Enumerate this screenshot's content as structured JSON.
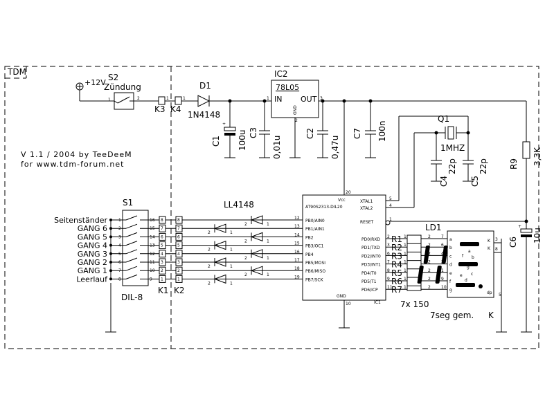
{
  "frame": {
    "title": "TDM"
  },
  "version": {
    "line1": "V 1.1 / 2004 by TeeDeeM",
    "line2": "for www.tdm-forum.net"
  },
  "supply": {
    "label": "+12V"
  },
  "s2": {
    "ref": "S2",
    "name": "Zündung",
    "pin1": "1",
    "pin2": "2"
  },
  "connectors": {
    "k3": "K3",
    "k4": "K4",
    "k1": "K1",
    "k2": "K2",
    "p1": "1"
  },
  "d1": {
    "ref": "D1",
    "value": "1N4148"
  },
  "ic2": {
    "ref": "IC2",
    "value": "78L05",
    "in": "IN",
    "out": "OUT",
    "gnd": "GND",
    "p1": "1",
    "p2": "2",
    "p3": "3"
  },
  "caps": {
    "c1": {
      "ref": "C1",
      "value": "100u"
    },
    "c3": {
      "ref": "C3",
      "value": "0,01u"
    },
    "c2": {
      "ref": "C2",
      "value": "0,47u"
    },
    "c7": {
      "ref": "C7",
      "value": "100n"
    },
    "c4": {
      "ref": "C4",
      "value": "22p"
    },
    "c5": {
      "ref": "C5",
      "value": "22p"
    },
    "c6": {
      "ref": "C6",
      "value": "10u"
    }
  },
  "q1": {
    "ref": "Q1",
    "value": "1MHZ"
  },
  "r9": {
    "ref": "R9",
    "value": "3,3K"
  },
  "s1": {
    "ref": "S1",
    "type": "DIL-8"
  },
  "switch_labels": [
    "Seitenständer",
    "GANG 6",
    "GANG 5",
    "GANG 4",
    "GANG 3",
    "GANG 2",
    "GANG 1",
    "Leerlauf"
  ],
  "s1_left_pins": [
    "1",
    "2",
    "3",
    "4",
    "5",
    "6",
    "7",
    "8"
  ],
  "s1_right_pins": [
    "16",
    "15",
    "14",
    "13",
    "12",
    "11",
    "10",
    "9"
  ],
  "k1_pins": [
    "8",
    "7",
    "6",
    "5",
    "4",
    "3",
    "2",
    "1"
  ],
  "k2_pins": [
    "8",
    "7",
    "6",
    "5",
    "4",
    "3",
    "2",
    "1"
  ],
  "diodes": {
    "label": "LL4148",
    "pin1": "1",
    "pin2": "2"
  },
  "ic1": {
    "ref": "IC1",
    "name": "AT90S2313-DIL20",
    "vcc": "Vcc",
    "gnd": "GND",
    "pin_vcc": "20",
    "pin_gnd": "10",
    "left_pins": [
      {
        "num": "12",
        "name": "PB0/AIN0"
      },
      {
        "num": "13",
        "name": "PB1/AIN1"
      },
      {
        "num": "14",
        "name": "PB2"
      },
      {
        "num": "15",
        "name": "PB3/OC1"
      },
      {
        "num": "16",
        "name": "PB4"
      },
      {
        "num": "17",
        "name": "PB5/MOSI"
      },
      {
        "num": "18",
        "name": "PB6/MISO"
      },
      {
        "num": "19",
        "name": "PB7/SCK"
      }
    ],
    "top_right_pins": [
      {
        "num": "5",
        "name": "XTAL1"
      },
      {
        "num": "4",
        "name": "XTAL2"
      },
      {
        "num": "1",
        "name": "RESET"
      }
    ],
    "right_pins": [
      {
        "num": "2",
        "name": "PD0/RXD"
      },
      {
        "num": "3",
        "name": "PD1/TXD"
      },
      {
        "num": "6",
        "name": "PD2/INT0"
      },
      {
        "num": "7",
        "name": "PD3/INT1"
      },
      {
        "num": "8",
        "name": "PD4/T0"
      },
      {
        "num": "9",
        "name": "PD5/T1"
      },
      {
        "num": "11",
        "name": "PD6/ICP"
      }
    ]
  },
  "resistors": {
    "refs": [
      "R1",
      "R2",
      "R3",
      "R4",
      "R5",
      "R6",
      "R7"
    ],
    "left_pins": [
      "1",
      "1",
      "1",
      "1",
      "1",
      "1",
      "1"
    ],
    "right_pins": [
      "2",
      "2",
      "2",
      "2",
      "2",
      "2",
      "2"
    ],
    "value": "7x 150"
  },
  "ld1": {
    "ref": "LD1",
    "caption": "7seg gem.",
    "k": "K",
    "in_pins": [
      "7",
      "6",
      "4",
      "2",
      "1",
      "9",
      "10"
    ],
    "seg_letters": [
      "a",
      "b",
      "c",
      "d",
      "e",
      "f",
      "g"
    ],
    "dp": "dp",
    "dp_pin": "5",
    "k_pin3": "3",
    "k_pin8": "8",
    "seg_a": "a",
    "seg_b": "b",
    "seg_c": "c",
    "seg_d": "d",
    "seg_e": "e",
    "seg_f": "f",
    "seg_g": "g"
  }
}
